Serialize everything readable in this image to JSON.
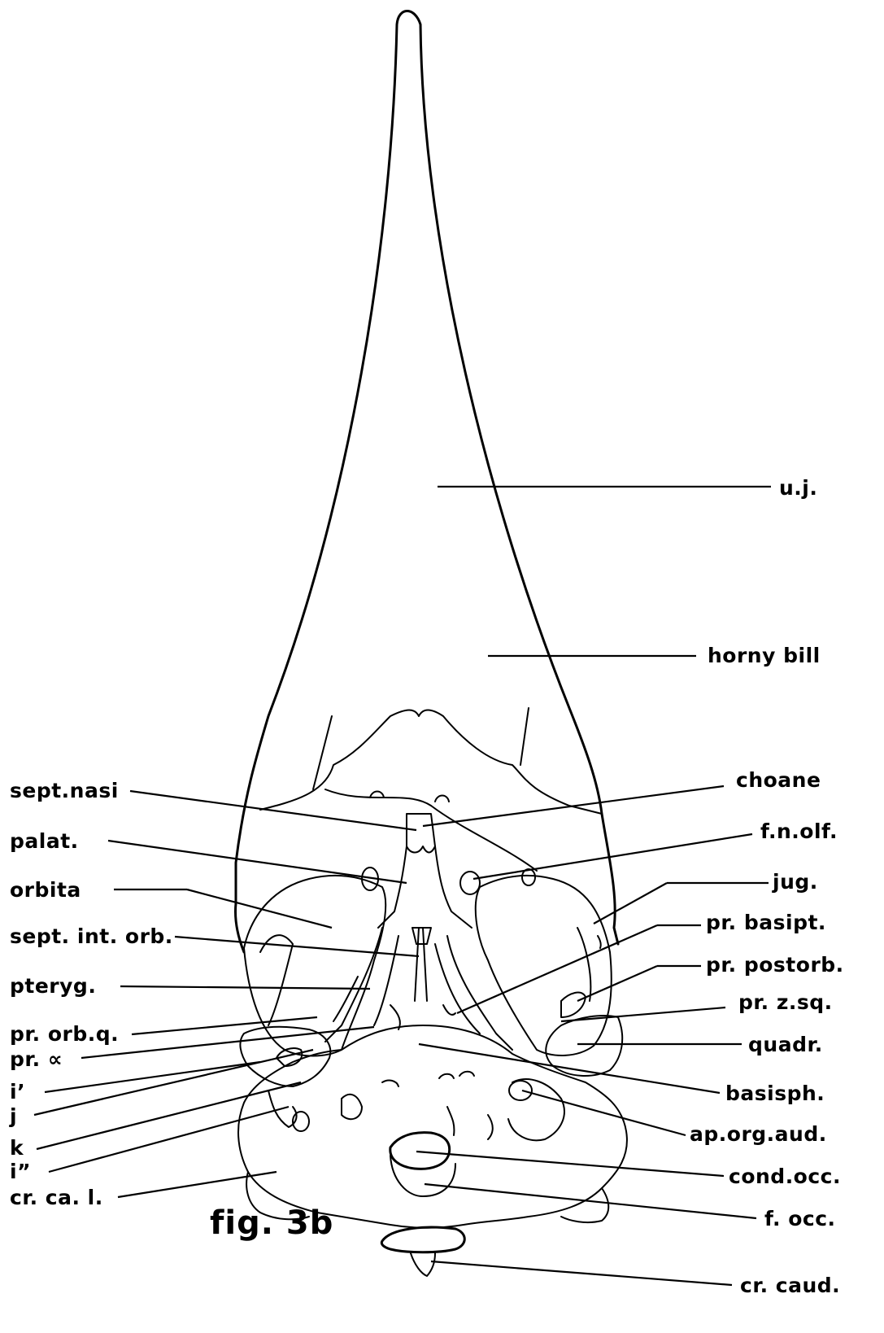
{
  "figure": {
    "caption": "fig. 3b",
    "labels": {
      "uj": "u.j.",
      "horny_bill": "horny bill",
      "choane": "choane",
      "f_n_olf": "f.n.olf.",
      "jug": "jug.",
      "pr_basipt": "pr. basipt.",
      "pr_postorb": "pr. postorb.",
      "pr_z_sq": "pr. z.sq.",
      "quadr": "quadr.",
      "basisph": "basisph.",
      "ap_org_aud": "ap.org.aud.",
      "cond_occ": "cond.occ.",
      "f_occ": "f. occ.",
      "cr_caud": "cr. caud.",
      "sept_nasi": "sept.nasi",
      "palat": "palat.",
      "orbita": "orbita",
      "sept_int_orb": "sept. int. orb.",
      "pteryg": "pteryg.",
      "pr_orb_q": "pr. orb.q.",
      "pr_alpha": "pr. ∝",
      "i_prime": "i’",
      "j": "j",
      "k": "k",
      "i_dprime": "i”",
      "cr_ca_l": "cr. ca. l."
    }
  }
}
